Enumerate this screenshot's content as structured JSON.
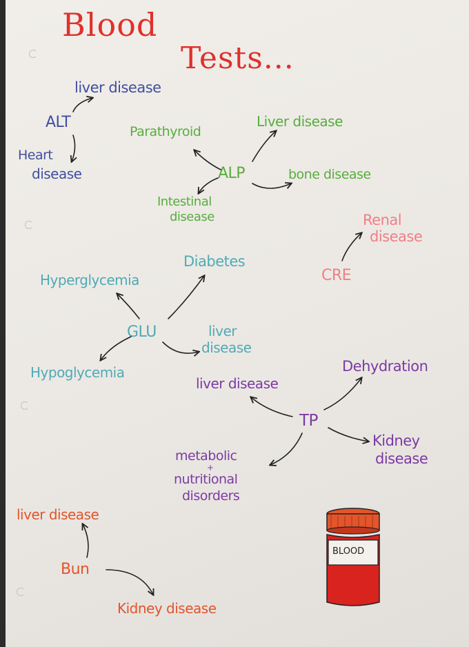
{
  "title": {
    "line1": "Blood",
    "line2": "Tests..."
  },
  "alt": {
    "node": "ALT",
    "targets": [
      "liver disease",
      "Heart",
      "disease"
    ]
  },
  "alp": {
    "node": "ALP",
    "targets": [
      "Parathyroid",
      "Liver disease",
      "bone disease",
      "Intestinal",
      "disease"
    ]
  },
  "cre": {
    "node": "CRE",
    "targets": [
      "Renal",
      "disease"
    ]
  },
  "glu": {
    "node": "GLU",
    "targets": [
      "Hyperglycemia",
      "Diabetes",
      "liver",
      "disease",
      "Hypoglycemia"
    ]
  },
  "tp": {
    "node": "TP",
    "targets": [
      "liver disease",
      "Dehydration",
      "Kidney",
      "disease",
      "metabolic",
      "+",
      "nutritional",
      "disorders"
    ]
  },
  "bun": {
    "node": "Bun",
    "targets": [
      "liver disease",
      "Kidney disease"
    ]
  },
  "jar": {
    "label": "BLOOD"
  },
  "colors": {
    "title": "#e0302c",
    "alt": "#3f4f9e",
    "alp": "#57ad3e",
    "cre": "#ee7f86",
    "glu": "#4faab4",
    "tp": "#7c3aa2",
    "bun": "#e2542a",
    "jar_red": "#d8231f"
  }
}
